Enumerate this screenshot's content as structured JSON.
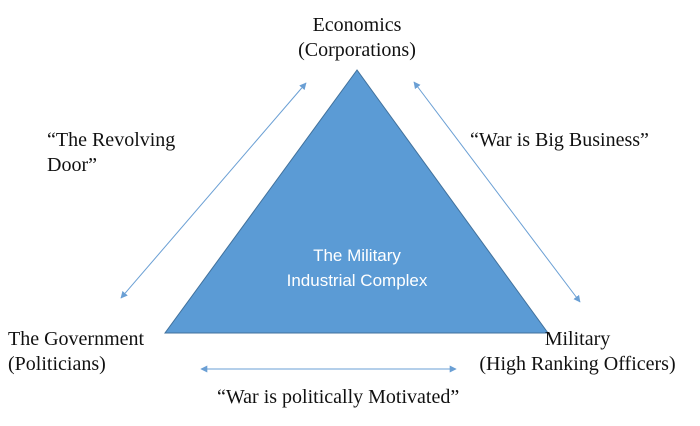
{
  "center": {
    "line1": "The Military",
    "line2": "Industrial Complex"
  },
  "nodes": {
    "top": {
      "line1": "Economics",
      "line2": "(Corporations)"
    },
    "left": {
      "line1": "The Government",
      "line2": "(Politicians)"
    },
    "right": {
      "line1": "Military",
      "line2": "(High Ranking Officers)"
    }
  },
  "edges": {
    "left_side": {
      "line1": "“The Revolving",
      "line2": "Door”"
    },
    "right_side": {
      "line1": "“War is Big Business”"
    },
    "bottom_side": {
      "line1": "“War is politically Motivated”"
    }
  },
  "colors": {
    "triangle_fill": "#5b9bd5",
    "triangle_stroke": "#41719c",
    "arrow": "#6a9fd4",
    "text": "#111111",
    "center_text": "#ffffff"
  }
}
